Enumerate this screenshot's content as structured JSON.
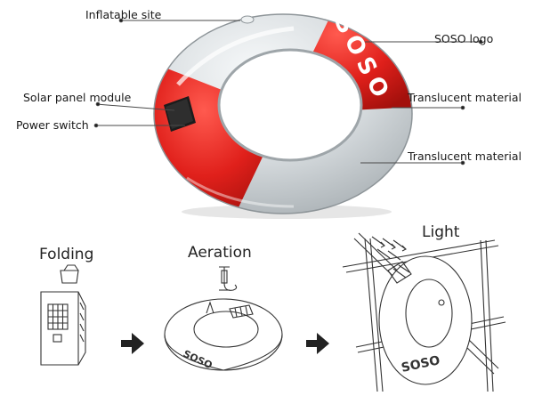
{
  "product": {
    "logo_text": "SOSO"
  },
  "callouts": {
    "inflatable_site": "Inflatable site",
    "soso_logo": "SOSO logo",
    "solar_panel_module": "Solar panel module",
    "translucent_material_1": "Translucent material",
    "power_switch": "Power switch",
    "translucent_material_2": "Translucent material"
  },
  "steps": {
    "folding": "Folding",
    "aeration": "Aeration",
    "light": "Light"
  },
  "colors": {
    "ring_red": "#e0201b",
    "ring_white": "#d4d9dc",
    "line_art": "#333333",
    "arrow": "#222222"
  },
  "icons": [
    "bag-icon",
    "pump-icon",
    "sun-rays-icon",
    "arrow-right-icon"
  ]
}
